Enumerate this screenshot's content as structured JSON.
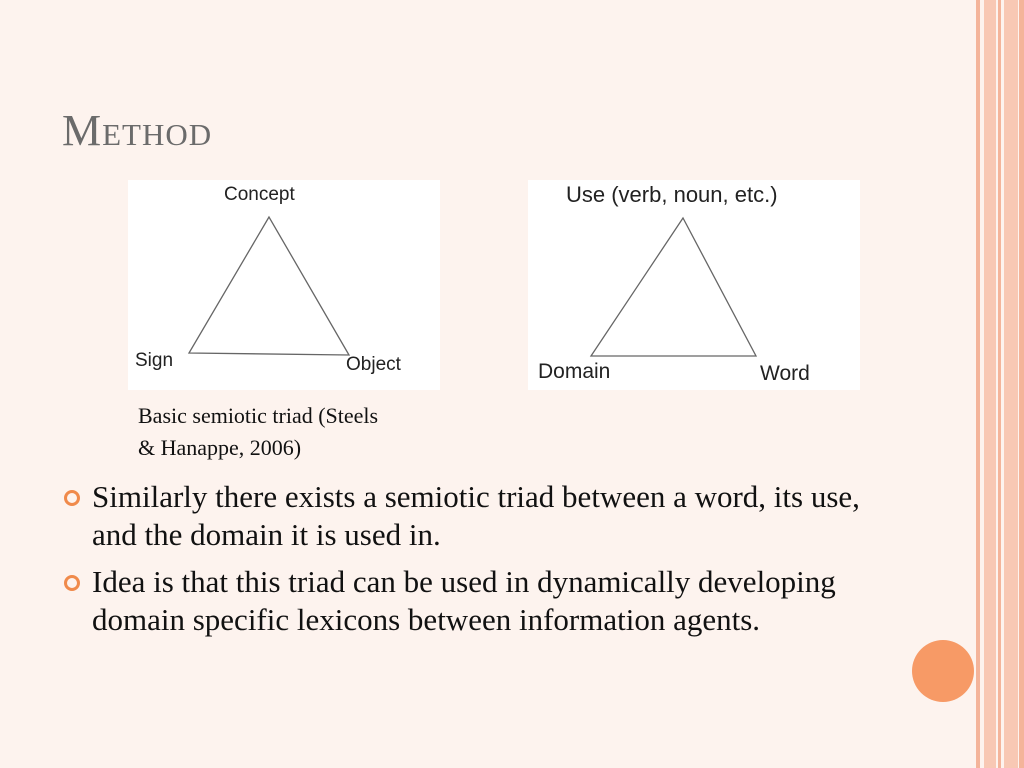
{
  "slide": {
    "title": "Method",
    "diagrams": [
      {
        "labels": {
          "top": "Concept",
          "left": "Sign",
          "right": "Object"
        }
      },
      {
        "labels": {
          "top": "Use (verb, noun, etc.)",
          "left": "Domain",
          "right": "Word"
        }
      }
    ],
    "caption": "Basic semiotic triad (Steels & Hanappe, 2006)",
    "bullets": [
      "Similarly there exists a semiotic triad between a word, its use, and the domain it is used in.",
      "Idea is that this triad can be used in dynamically developing domain specific lexicons between information agents."
    ]
  },
  "colors": {
    "accent": "#f79a66",
    "bullet": "#f08a4b",
    "title": "#6b6b6b",
    "background": "#fdf3ee"
  }
}
